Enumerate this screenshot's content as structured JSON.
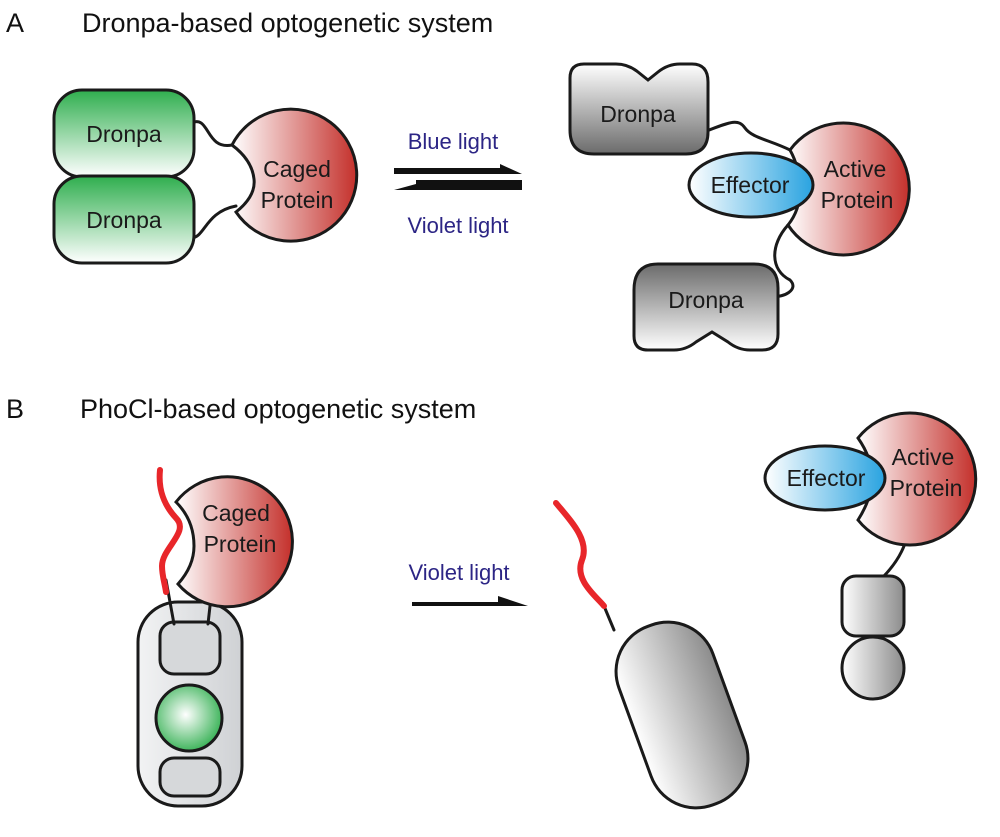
{
  "colors": {
    "dronpa_bright": "#2fae4e",
    "dronpa_dark": "#6b6b6b",
    "caged_protein": "#c4302b",
    "effector": "#29a3e0",
    "phocl_barrel": "#cfd1d4",
    "red_fragment": "#e8262a",
    "light_text": "#2c2585",
    "arrow": "#111111"
  },
  "panel_a": {
    "letter": "A",
    "title": "Dronpa-based optogenetic system",
    "dronpa_label_1": "Dronpa",
    "dronpa_label_2": "Dronpa",
    "caged_label_line1": "Caged",
    "caged_label_line2": "Protein",
    "forward_light": "Blue light",
    "reverse_light": "Violet light",
    "dronpa_dark_label_1": "Dronpa",
    "dronpa_dark_label_2": "Dronpa",
    "effector_label": "Effector",
    "active_label_line1": "Active",
    "active_label_line2": "Protein"
  },
  "panel_b": {
    "letter": "B",
    "title": "PhoCl-based optogenetic system",
    "caged_label_line1": "Caged",
    "caged_label_line2": "Protein",
    "light": "Violet light",
    "effector_label": "Effector",
    "active_label_line1": "Active",
    "active_label_line2": "Protein"
  }
}
